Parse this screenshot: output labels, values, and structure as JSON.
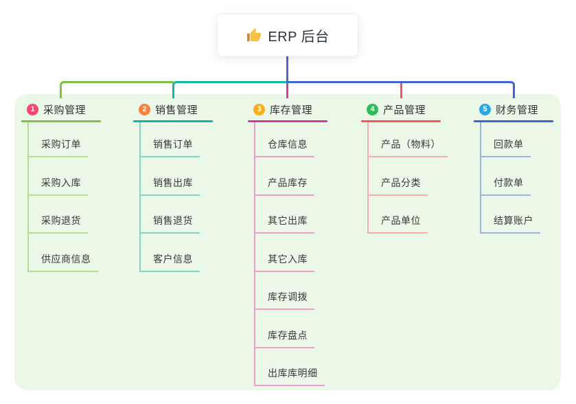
{
  "root": {
    "icon": "thumbs-up-icon",
    "title": "ERP 后台"
  },
  "branches": [
    {
      "num": "1",
      "label": "采购管理",
      "badge_color": "#F2486D",
      "line_color": "#7FC241",
      "child_line_color": "#B7DB8F",
      "children": [
        "采购订单",
        "采购入库",
        "采购退货",
        "供应商信息"
      ]
    },
    {
      "num": "2",
      "label": "销售管理",
      "badge_color": "#F8823D",
      "line_color": "#13B6AA",
      "child_line_color": "#7FD5CB",
      "children": [
        "销售订单",
        "销售出库",
        "销售退货",
        "客户信息"
      ]
    },
    {
      "num": "3",
      "label": "库存管理",
      "badge_color": "#FBAE18",
      "line_color": "#D43AA0",
      "child_line_color": "#EE9ECD",
      "children": [
        "仓库信息",
        "产品库存",
        "其它出库",
        "其它入库",
        "库存调拨",
        "库存盘点",
        "出库库明细"
      ]
    },
    {
      "num": "4",
      "label": "产品管理",
      "badge_color": "#2EBE59",
      "line_color": "#F95459",
      "child_line_color": "#FBACA9",
      "children": [
        "产品（物料）",
        "产品分类",
        "产品单位"
      ]
    },
    {
      "num": "5",
      "label": "财务管理",
      "badge_color": "#2BA7E2",
      "line_color": "#3F63D4",
      "child_line_color": "#9FB0E5",
      "children": [
        "回款单",
        "付款单",
        "结算账户"
      ]
    }
  ],
  "colors": {
    "canvas_bg": "#FFFFFF",
    "panel_bg": "#EBF7E7",
    "root_connector": "#5165CE",
    "root_title_text": "#2B3240",
    "node_text": "#3A3A3A",
    "thumb_icon_hand": "#F6C344",
    "thumb_icon_cuff": "#C98A3E"
  }
}
